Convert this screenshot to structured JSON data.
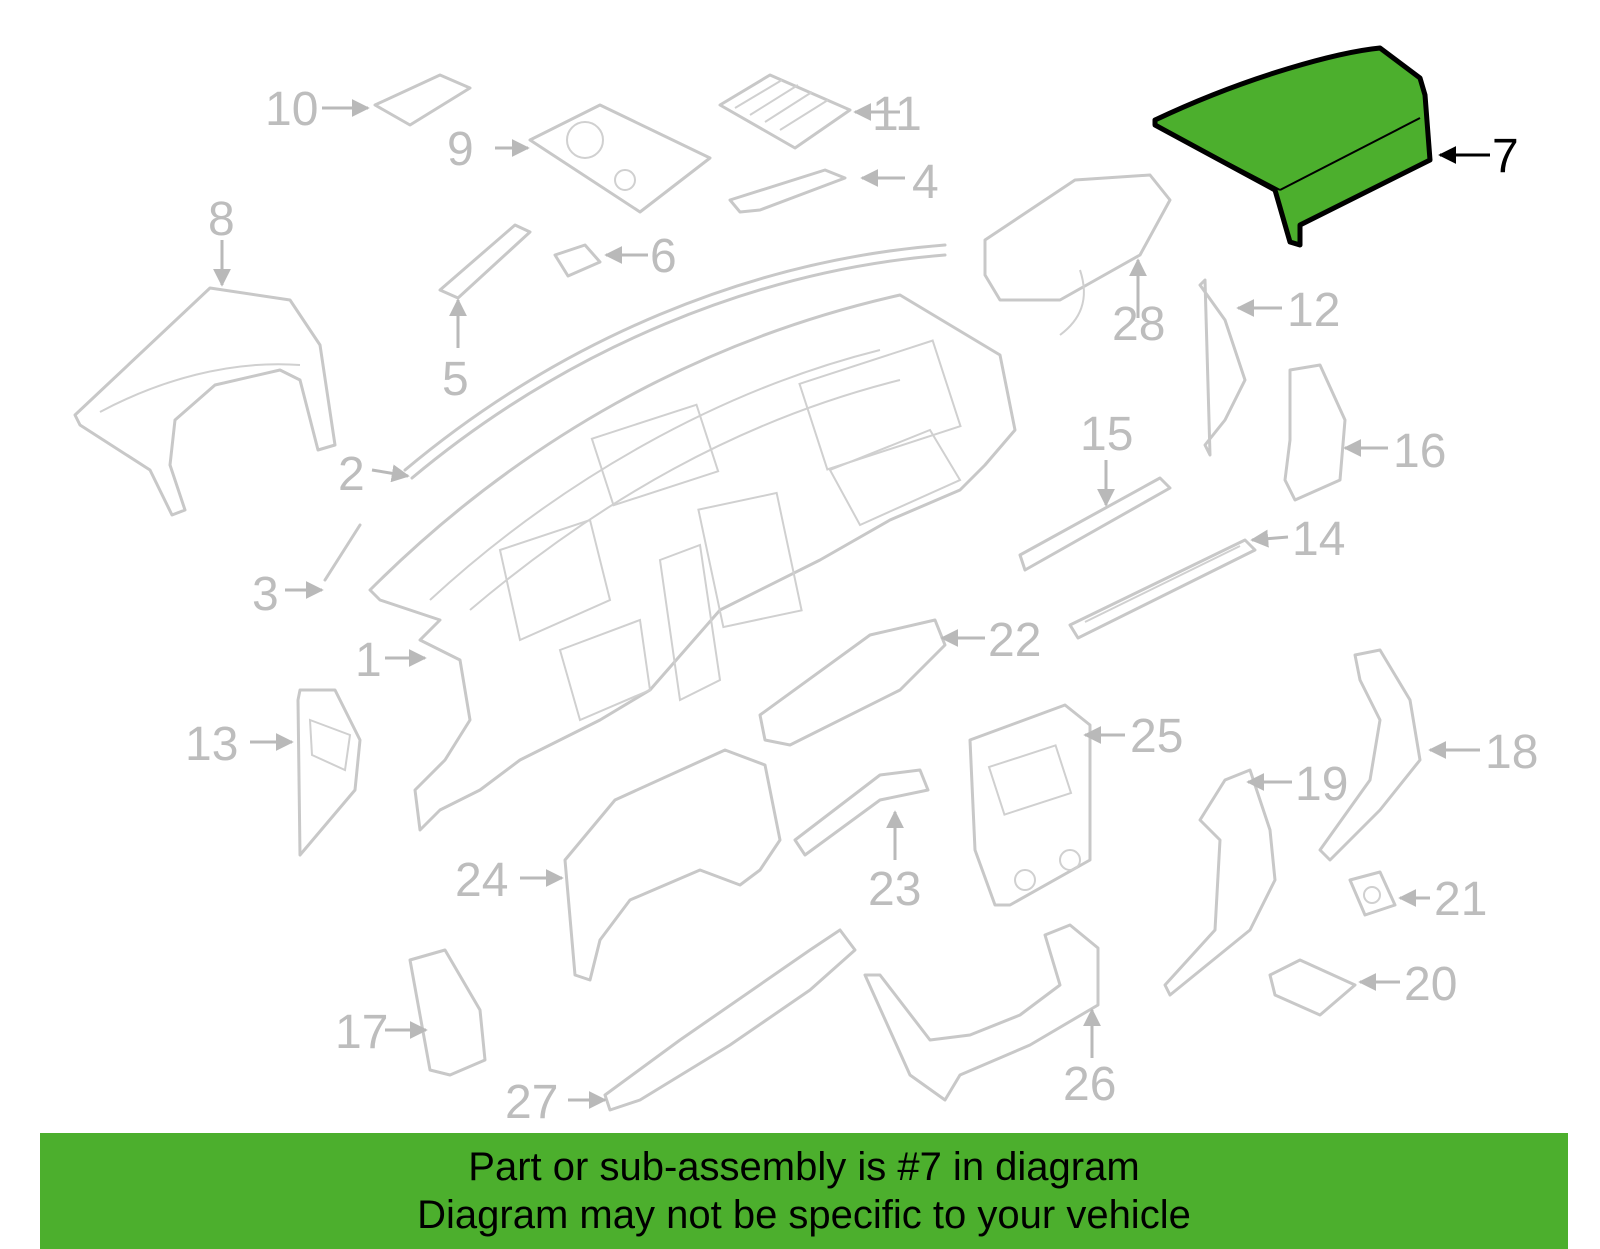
{
  "callouts": {
    "c1": "1",
    "c2": "2",
    "c3": "3",
    "c4": "4",
    "c5": "5",
    "c6": "6",
    "c7": "7",
    "c8": "8",
    "c9": "9",
    "c10": "10",
    "c11": "11",
    "c12": "12",
    "c13": "13",
    "c14": "14",
    "c15": "15",
    "c16": "16",
    "c17": "17",
    "c18": "18",
    "c19": "19",
    "c20": "20",
    "c21": "21",
    "c22": "22",
    "c23": "23",
    "c24": "24",
    "c25": "25",
    "c26": "26",
    "c27": "27",
    "c28": "28"
  },
  "highlight_part": "7",
  "colors": {
    "highlight": "#4caf2d",
    "parts": "#c8c8c8",
    "labels": "#bdbdbd"
  },
  "banner": {
    "line1": "Part or sub-assembly is #7 in diagram",
    "line2": "Diagram may not be specific to your vehicle"
  }
}
